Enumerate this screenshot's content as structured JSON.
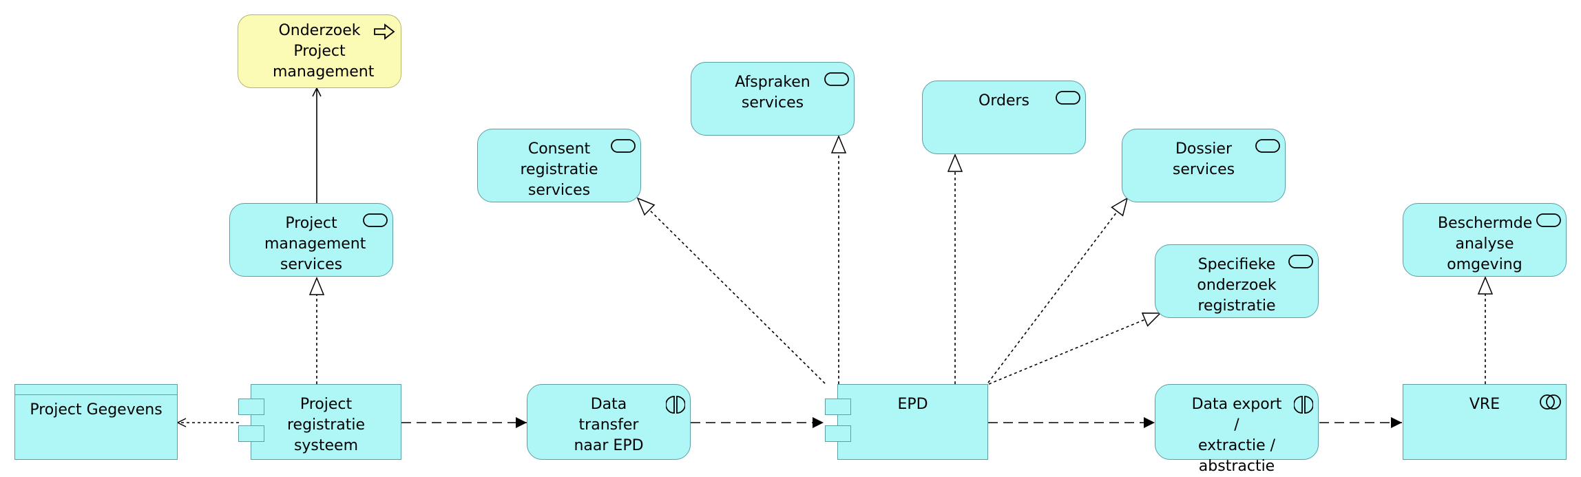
{
  "nodes": {
    "onderzoek_pm": "Onderzoek\nProject\nmanagement",
    "afspraken": "Afspraken\nservices",
    "orders": "Orders",
    "consent": "Consent\nregistratie\nservices",
    "dossier": "Dossier\nservices",
    "pm_services": "Project\nmanagement\nservices",
    "specifieke": "Specifieke\nonderzoek\nregistratie",
    "beschermde": "Beschermde\nanalyse\nomgeving",
    "project_gegevens": "Project Gegevens",
    "project_registratie": "Project\nregistratie\nsysteem",
    "data_transfer": "Data transfer\nnaar EPD",
    "epd": "EPD",
    "data_export": "Data export /\nextractie /\nabstractie",
    "vre": "VRE"
  },
  "colors": {
    "application": "#aff7f7",
    "business": "#fcfbb6",
    "border": "#5c9ea3"
  },
  "icons": {
    "service": "service-icon",
    "process": "process-arrow-icon",
    "interaction": "interaction-icon",
    "collaboration": "collaboration-icon",
    "component": "component-icon"
  }
}
